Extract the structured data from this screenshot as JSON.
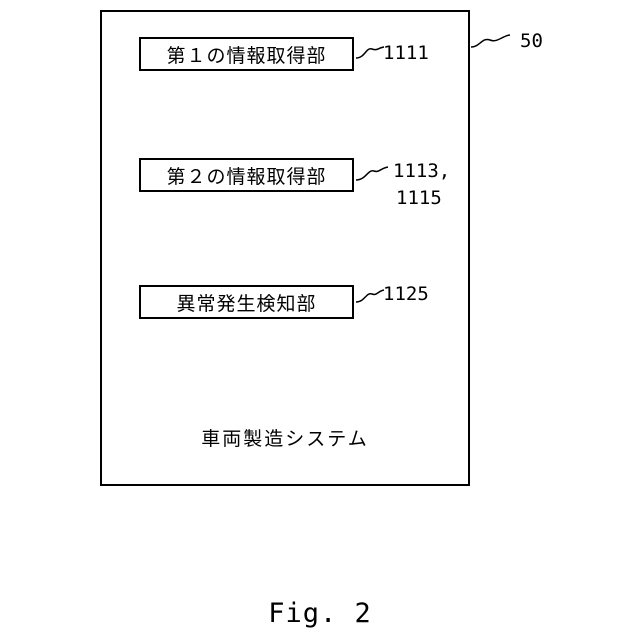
{
  "figure": {
    "caption": "Fig. 2",
    "system": {
      "label": "車両製造システム",
      "ref": "50"
    },
    "units": [
      {
        "label": "第１の情報取得部",
        "ref": "1111"
      },
      {
        "label": "第２の情報取得部",
        "ref_line1": "1113,",
        "ref_line2": "1115"
      },
      {
        "label": "異常発生検知部",
        "ref": "1125"
      }
    ]
  }
}
